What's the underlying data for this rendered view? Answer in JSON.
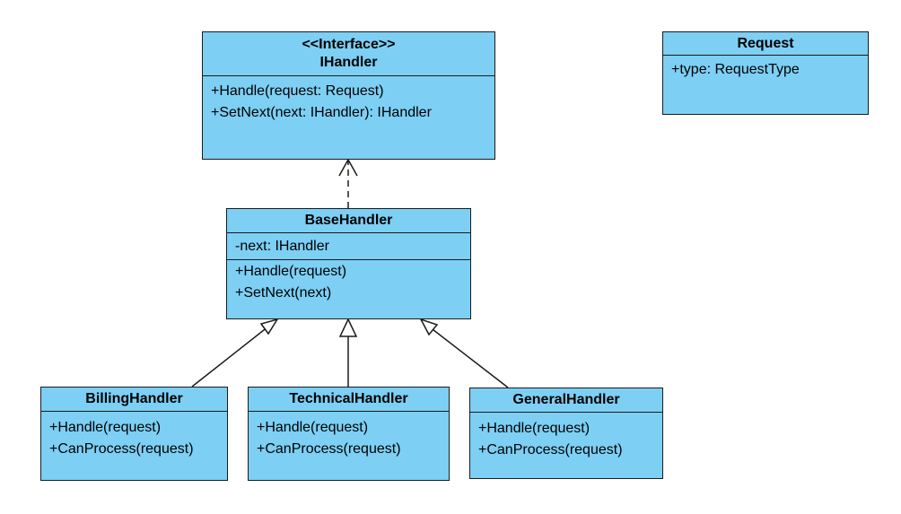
{
  "colors": {
    "class_fill": "#7dcff4",
    "stroke": "#1b1b1b"
  },
  "ihandler": {
    "stereotype": "<<Interface>>",
    "name": "IHandler",
    "methods": [
      "+Handle(request: Request)",
      "+SetNext(next: IHandler): IHandler"
    ]
  },
  "request": {
    "name": "Request",
    "attributes": [
      "+type: RequestType"
    ]
  },
  "base_handler": {
    "name": "BaseHandler",
    "attributes": [
      "-next: IHandler"
    ],
    "methods": [
      "+Handle(request)",
      "+SetNext(next)"
    ]
  },
  "billing_handler": {
    "name": "BillingHandler",
    "methods": [
      "+Handle(request)",
      "+CanProcess(request)"
    ]
  },
  "technical_handler": {
    "name": "TechnicalHandler",
    "methods": [
      "+Handle(request)",
      "+CanProcess(request)"
    ]
  },
  "general_handler": {
    "name": "GeneralHandler",
    "methods": [
      "+Handle(request)",
      "+CanProcess(request)"
    ]
  }
}
